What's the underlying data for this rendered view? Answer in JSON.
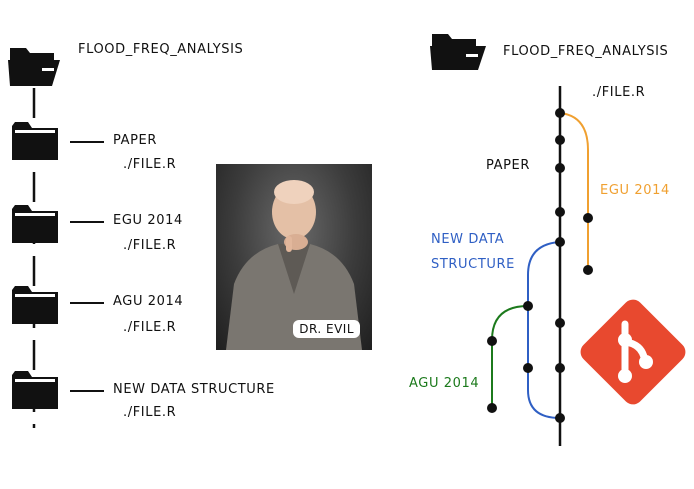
{
  "left": {
    "root": "FLOOD_FREQ_ANALYSIS",
    "folders": [
      {
        "name": "PAPER",
        "file": "./FILE.R"
      },
      {
        "name": "EGU 2014",
        "file": "./FILE.R"
      },
      {
        "name": "AGU 2014",
        "file": "./FILE.R"
      },
      {
        "name": "NEW DATA STRUCTURE",
        "file": "./FILE.R"
      }
    ]
  },
  "photo": {
    "caption": "DR. EVIL"
  },
  "right": {
    "root": "FLOOD_FREQ_ANALYSIS",
    "file": "./FILE.R",
    "branches": {
      "paper": "PAPER",
      "egu": "EGU 2014",
      "new_data_line1": "NEW DATA",
      "new_data_line2": "STRUCTURE",
      "agu": "AGU 2014"
    }
  },
  "colors": {
    "ink": "#111111",
    "egu_branch": "#f0a030",
    "new_data_branch": "#2f5fc4",
    "agu_branch": "#1c7a1c",
    "git_logo": "#e8492f"
  },
  "icons": [
    "folder-icon",
    "git-logo-icon"
  ]
}
